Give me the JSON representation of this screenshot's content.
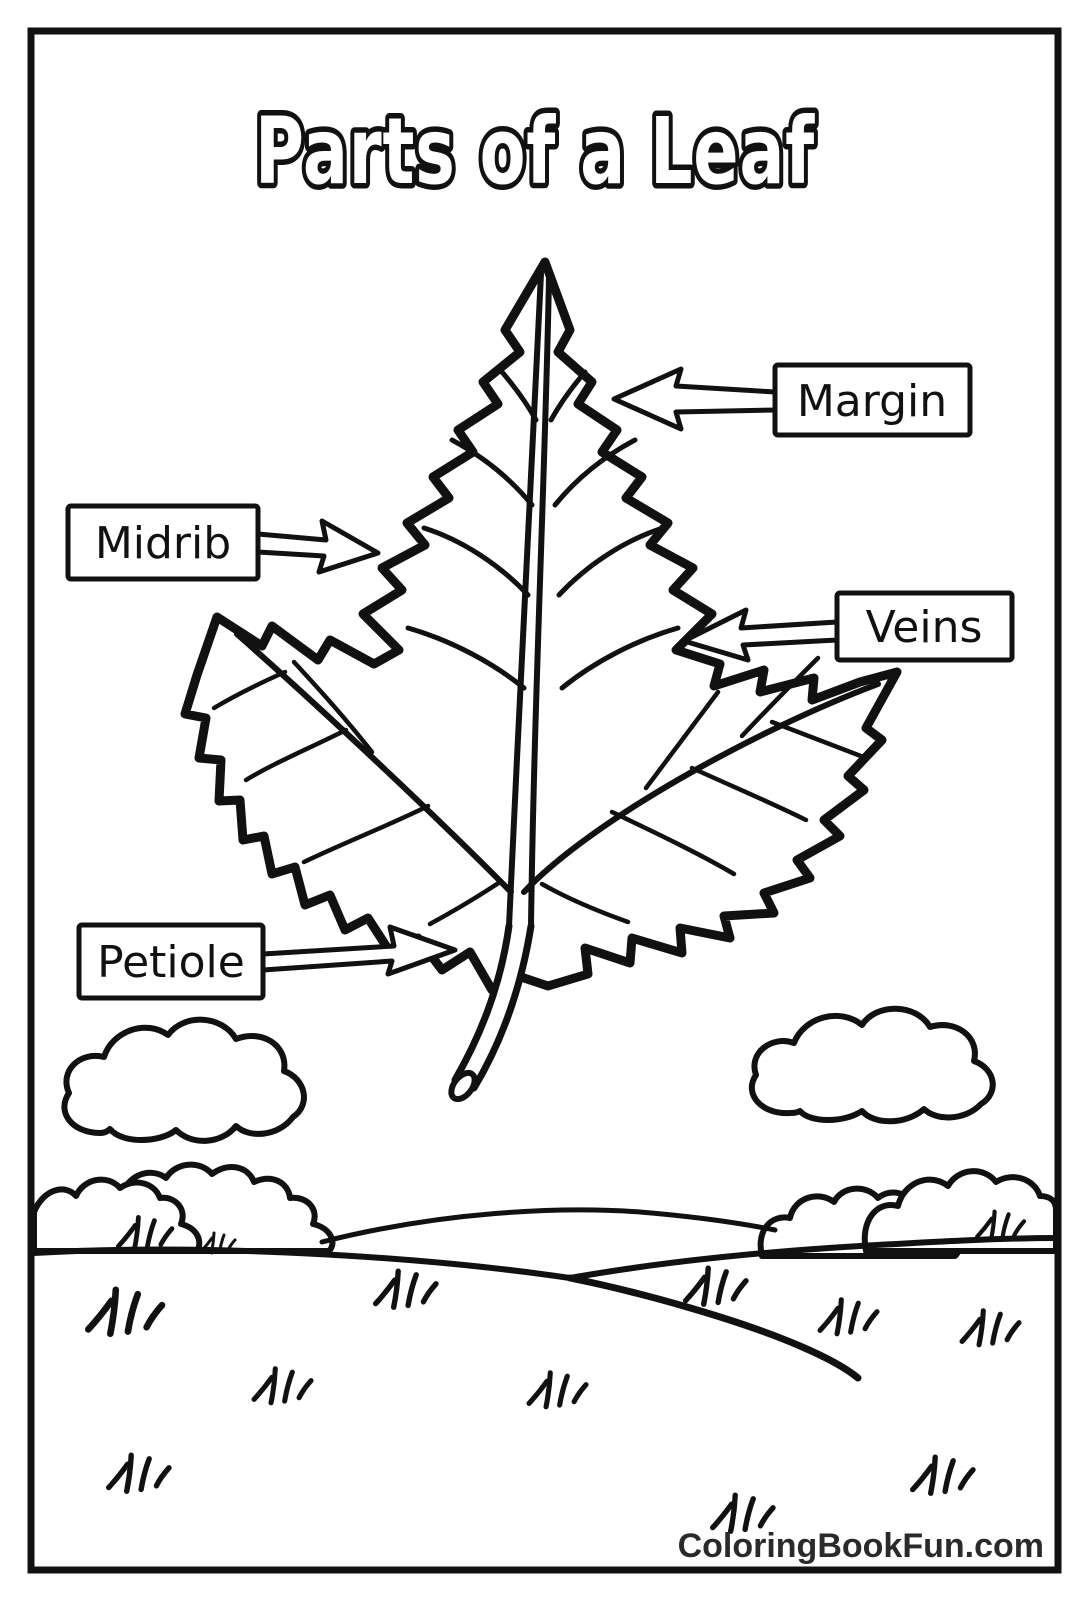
{
  "page": {
    "title": "Parts of a Leaf",
    "footer": "ColoringBookFun.com"
  },
  "diagram": {
    "subject": "leaf",
    "parts": [
      {
        "name": "Margin",
        "label_side": "right",
        "arrow_direction": "left"
      },
      {
        "name": "Midrib",
        "label_side": "left",
        "arrow_direction": "right"
      },
      {
        "name": "Veins",
        "label_side": "right",
        "arrow_direction": "left"
      },
      {
        "name": "Petiole",
        "label_side": "left",
        "arrow_direction": "right"
      }
    ],
    "scene": [
      "leaf",
      "clouds",
      "bushes",
      "hills",
      "grass-tufts"
    ]
  },
  "colors": {
    "ink": "#111111",
    "paper": "#ffffff",
    "footer_ink": "#2a2a2a"
  }
}
